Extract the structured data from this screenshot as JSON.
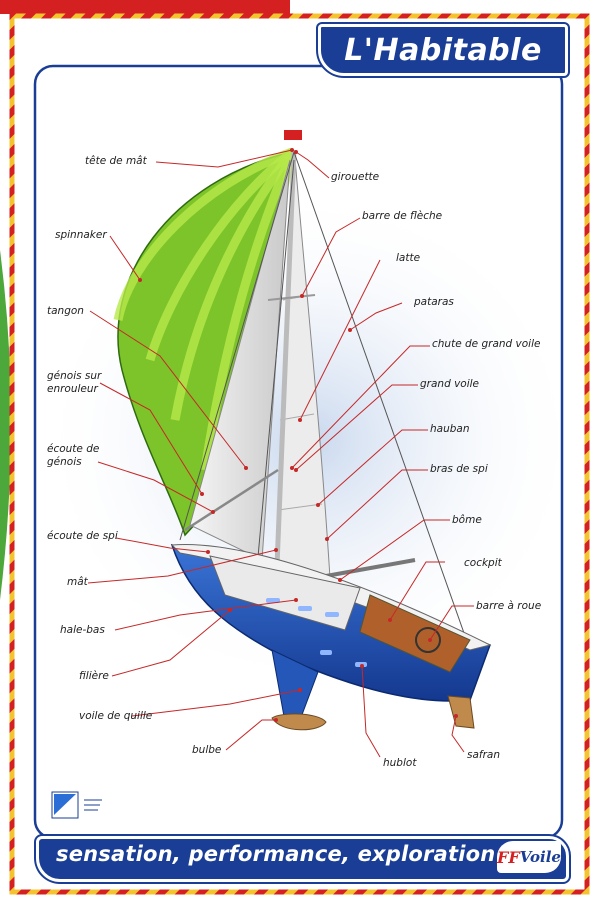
{
  "title": "L'Habitable",
  "footer": "sensation, performance, exploration",
  "logo": {
    "prefix": "FF",
    "text": "Voile"
  },
  "colors": {
    "brand_blue": "#1a3e96",
    "red": "#d42020",
    "hull_blue": "#2457b8",
    "spinnaker_green": "#7cc429"
  },
  "labels": {
    "tete_de_mat": "tête de mât",
    "girouette": "girouette",
    "spinnaker": "spinnaker",
    "barre_de_fleche": "barre de flèche",
    "latte": "latte",
    "tangon": "tangon",
    "pataras": "pataras",
    "chute": "chute de grand voile",
    "genois_enrouleur": "génois sur enrouleur",
    "grand_voile": "grand voile",
    "hauban": "hauban",
    "ecoute_genois": "écoute de génois",
    "bras_de_spi": "bras de spi",
    "bome": "bôme",
    "ecoute_de_spi": "écoute de spi",
    "cockpit": "cockpit",
    "mat": "mât",
    "barre_a_roue": "barre à roue",
    "hale_bas": "hale-bas",
    "filiere": "filière",
    "voile_de_quille": "voile de quille",
    "bulbe": "bulbe",
    "hublot": "hublot",
    "safran": "safran"
  }
}
